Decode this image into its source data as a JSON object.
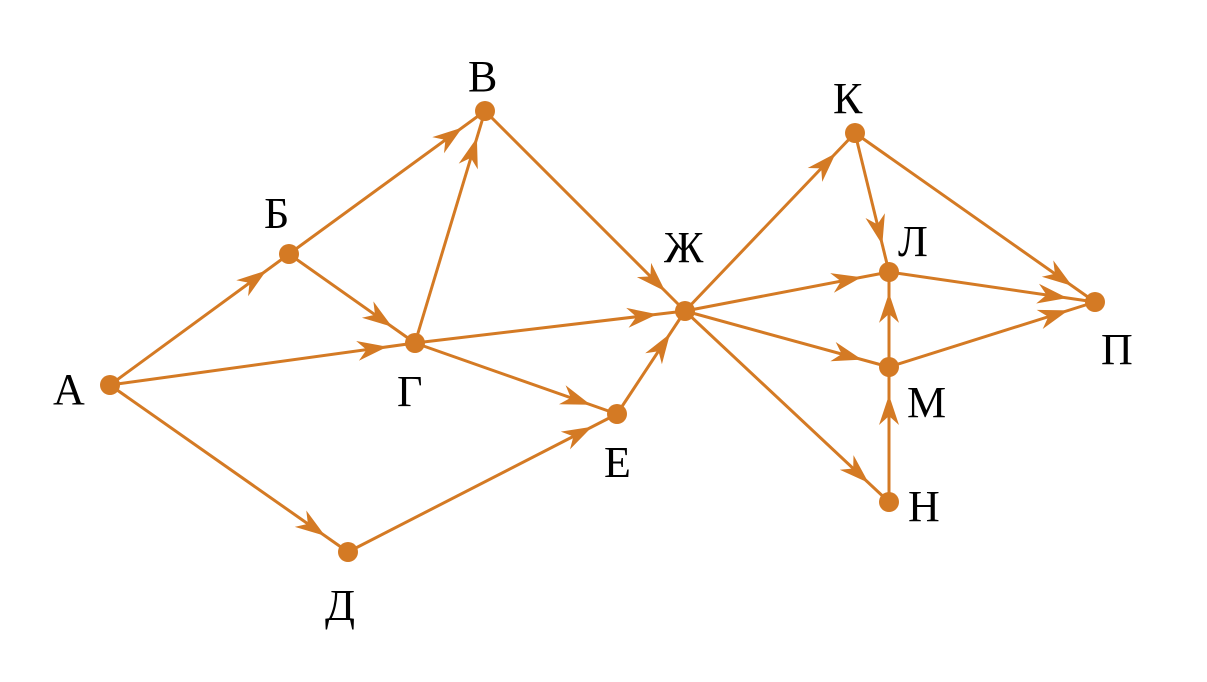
{
  "graph": {
    "color": "#d47a24",
    "directed": true,
    "nodes": [
      {
        "id": "A",
        "label": "А"
      },
      {
        "id": "B",
        "label": "Б"
      },
      {
        "id": "V",
        "label": "В"
      },
      {
        "id": "G",
        "label": "Г"
      },
      {
        "id": "D",
        "label": "Д"
      },
      {
        "id": "E",
        "label": "Е"
      },
      {
        "id": "Zh",
        "label": "Ж"
      },
      {
        "id": "K",
        "label": "К"
      },
      {
        "id": "L",
        "label": "Л"
      },
      {
        "id": "M",
        "label": "М"
      },
      {
        "id": "N",
        "label": "Н"
      },
      {
        "id": "P",
        "label": "П"
      }
    ],
    "edges": [
      {
        "from": "A",
        "to": "B"
      },
      {
        "from": "A",
        "to": "G"
      },
      {
        "from": "A",
        "to": "D"
      },
      {
        "from": "B",
        "to": "V"
      },
      {
        "from": "B",
        "to": "G"
      },
      {
        "from": "G",
        "to": "V"
      },
      {
        "from": "G",
        "to": "Zh"
      },
      {
        "from": "G",
        "to": "E"
      },
      {
        "from": "D",
        "to": "E"
      },
      {
        "from": "E",
        "to": "Zh"
      },
      {
        "from": "V",
        "to": "Zh"
      },
      {
        "from": "Zh",
        "to": "K"
      },
      {
        "from": "Zh",
        "to": "L"
      },
      {
        "from": "Zh",
        "to": "M"
      },
      {
        "from": "Zh",
        "to": "N"
      },
      {
        "from": "K",
        "to": "L"
      },
      {
        "from": "K",
        "to": "P"
      },
      {
        "from": "M",
        "to": "L"
      },
      {
        "from": "N",
        "to": "M"
      },
      {
        "from": "L",
        "to": "P"
      },
      {
        "from": "M",
        "to": "P"
      }
    ]
  }
}
